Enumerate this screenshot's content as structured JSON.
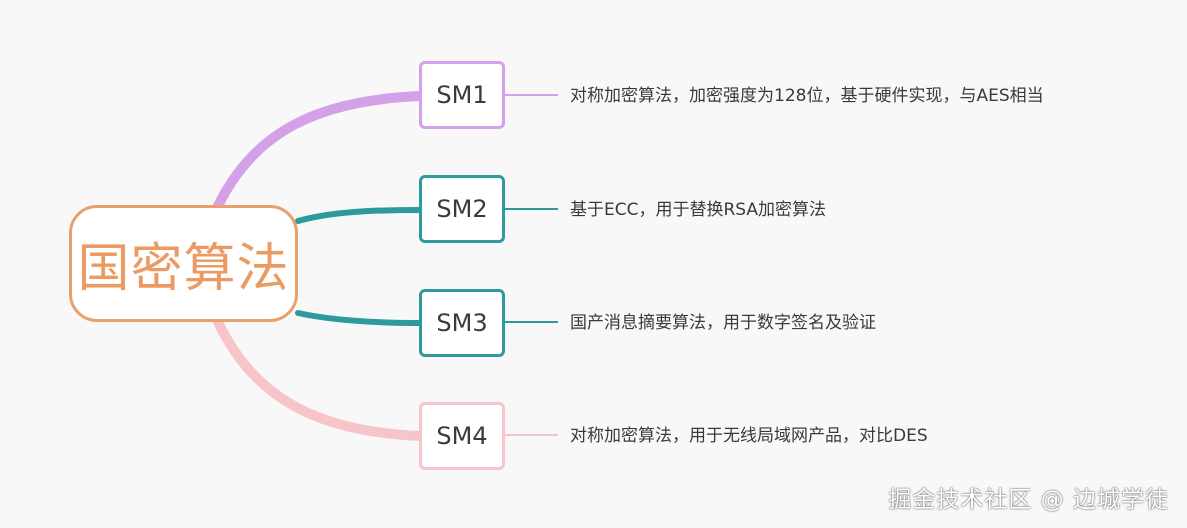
{
  "root": {
    "label": "国密算法",
    "color": "#e9a06b"
  },
  "branches": [
    {
      "id": "sm1",
      "label": "SM1",
      "description": "对称加密算法，加密强度为128位，基于硬件实现，与AES相当",
      "color": "#d4a1e8"
    },
    {
      "id": "sm2",
      "label": "SM2",
      "description": "基于ECC，用于替换RSA加密算法",
      "color": "#2f9a9d"
    },
    {
      "id": "sm3",
      "label": "SM3",
      "description": "国产消息摘要算法，用于数字签名及验证",
      "color": "#2f9a9d"
    },
    {
      "id": "sm4",
      "label": "SM4",
      "description": "对称加密算法，用于无线局域网产品，对比DES",
      "color": "#f7c5c9"
    }
  ],
  "watermark": "掘金技术社区 @ 边城学徒"
}
